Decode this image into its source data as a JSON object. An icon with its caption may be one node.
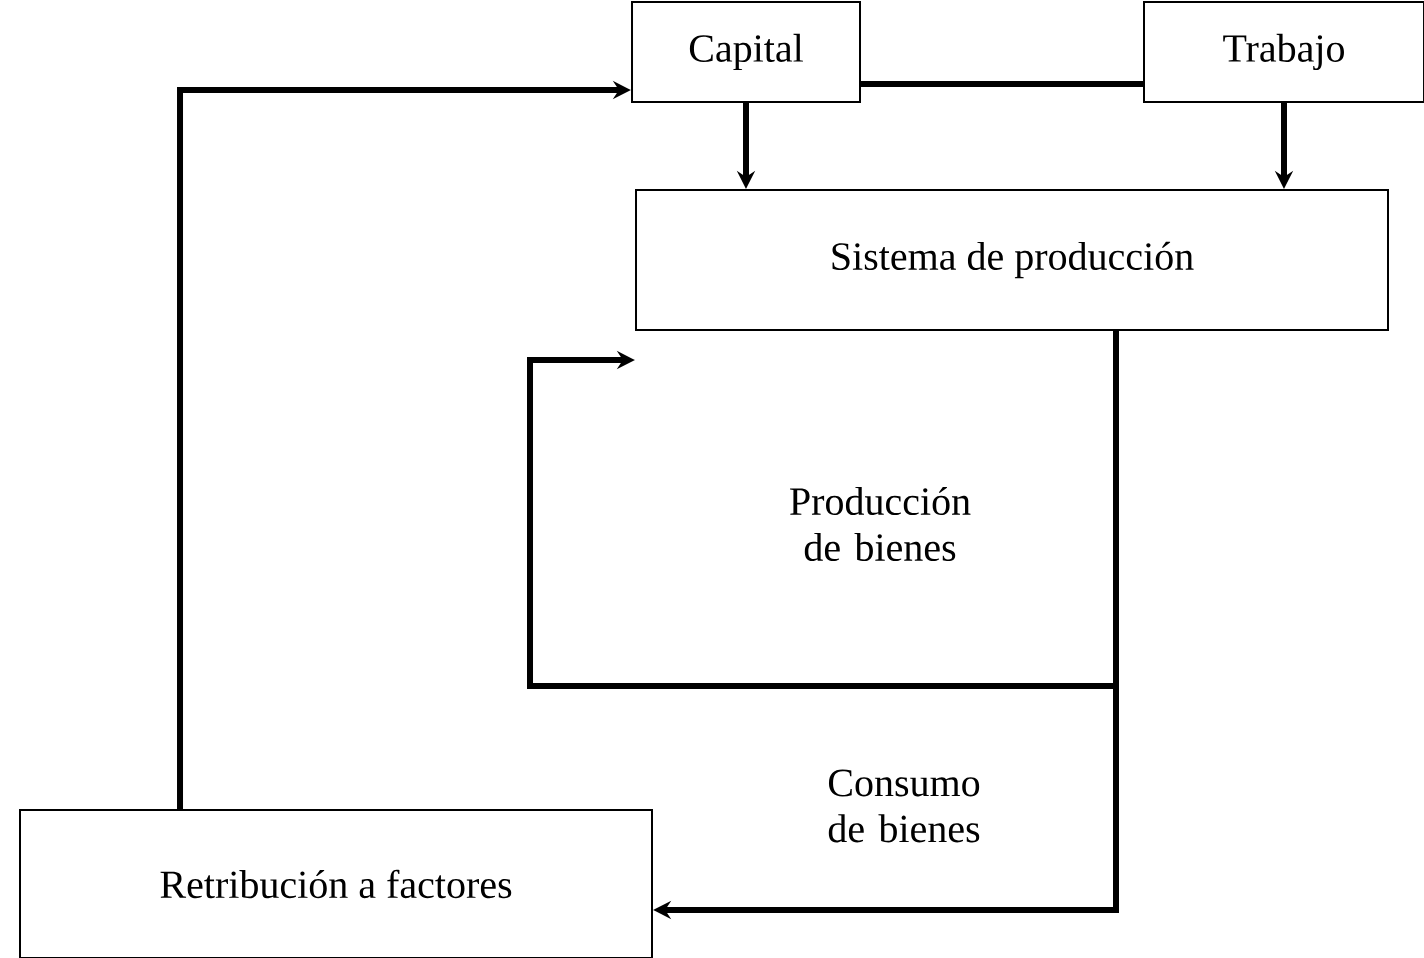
{
  "diagram": {
    "nodes": [
      {
        "text": [
          "Capital"
        ]
      },
      {
        "text": [
          "Trabajo"
        ]
      },
      {
        "text": [
          "Sistema de producción"
        ]
      },
      {
        "text": [
          "Retribución a factores"
        ]
      }
    ],
    "edges": [
      {
        "from": 0,
        "to": 1,
        "arrow": "none"
      },
      {
        "from": 0,
        "to": 2,
        "arrow": "to"
      },
      {
        "from": 1,
        "to": 2,
        "arrow": "to"
      },
      {
        "from": 2,
        "to": 2,
        "arrow": "to",
        "label": "Producción de bienes"
      },
      {
        "from": 2,
        "to": 3,
        "arrow": "to",
        "label": "Consumo de bienes"
      },
      {
        "from": 3,
        "to": 0,
        "arrow": "to"
      }
    ]
  }
}
